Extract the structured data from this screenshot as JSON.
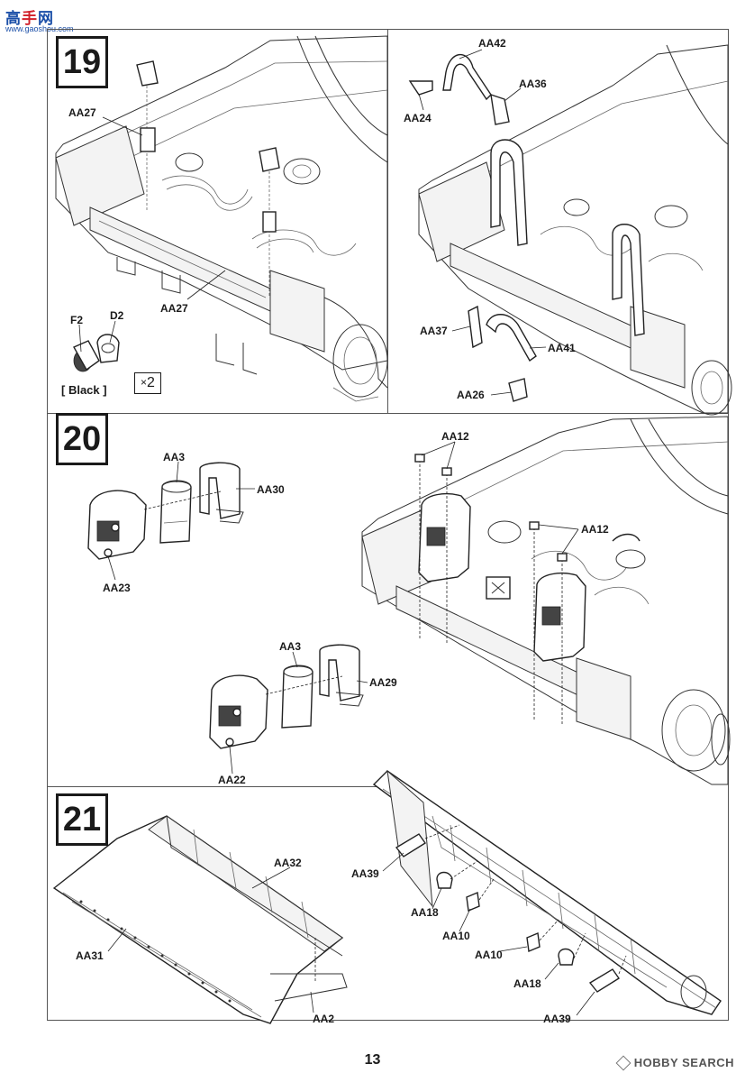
{
  "watermark": {
    "cn_part1": "高",
    "cn_part2": "手",
    "cn_part3": "网",
    "url": "www.gaoshou.com"
  },
  "steps": [
    {
      "number": "19"
    },
    {
      "number": "20"
    },
    {
      "number": "21"
    }
  ],
  "step19": {
    "left_labels": {
      "aa27_top": "AA27",
      "aa27_bottom": "AA27",
      "f2": "F2",
      "d2": "D2"
    },
    "color_note": "[ Black ]",
    "qty_symbol": "×",
    "qty_value": "2",
    "right_labels": {
      "aa42": "AA42",
      "aa36": "AA36",
      "aa24": "AA24",
      "aa37": "AA37",
      "aa41": "AA41",
      "aa26": "AA26"
    }
  },
  "step20": {
    "labels": {
      "aa3_top": "AA3",
      "aa30": "AA30",
      "aa23": "AA23",
      "aa3_bottom": "AA3",
      "aa29": "AA29",
      "aa22": "AA22",
      "aa12_top": "AA12",
      "aa12_right": "AA12"
    }
  },
  "step21": {
    "labels": {
      "aa32": "AA32",
      "aa31": "AA31",
      "aa2": "AA2",
      "aa39_top": "AA39",
      "aa18_top": "AA18",
      "aa10_top": "AA10",
      "aa10_bottom": "AA10",
      "aa18_bottom": "AA18",
      "aa39_bottom": "AA39"
    }
  },
  "footer": {
    "page_number": "13",
    "brand": "HOBBY SEARCH"
  }
}
